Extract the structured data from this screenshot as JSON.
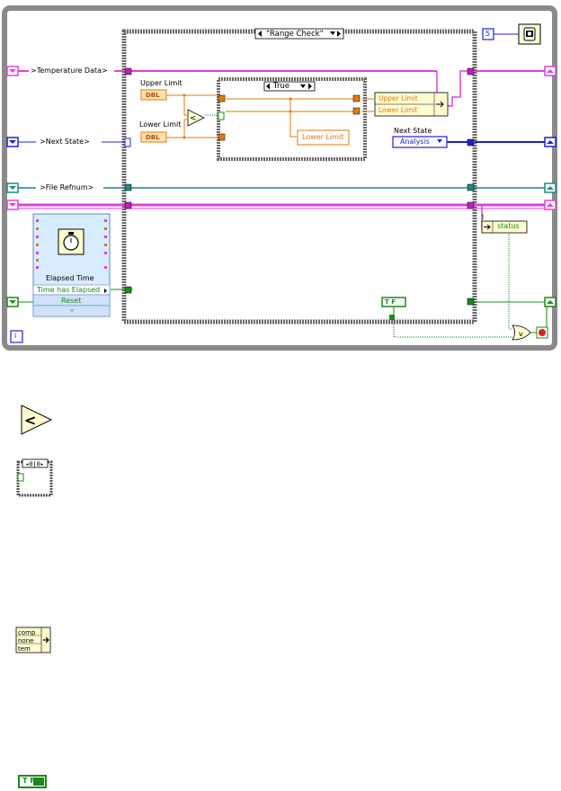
{
  "case_structure": {
    "selector": "\"Range Check\"",
    "inner_selector": "True"
  },
  "shift_registers": {
    "temperature_data": ">Temperature Data>",
    "next_state": ">Next State>",
    "file_refnum": ">File Refnum>"
  },
  "constants": {
    "upper_limit_label": "Upper Limit",
    "lower_limit_label": "Lower Limit",
    "dbl_tag": "DBL",
    "inner_lower_limit": "Lower Limit",
    "next_state_label": "Next State",
    "next_state_value": "Analysis",
    "wait_count": "5",
    "true_false": "T F"
  },
  "bundle": {
    "field1": "Upper Limit",
    "field2": "Lower Limit"
  },
  "elapsed_time": {
    "title": "Elapsed Time",
    "output": "Time has Elapsed",
    "reset": "Reset"
  },
  "unbundle": {
    "field": "status"
  },
  "loop_iteration": "i",
  "palette": {
    "cluster_items": [
      "comp",
      "none",
      "tem"
    ]
  },
  "colors": {
    "pink": "#e040e0",
    "blue": "#2020d0",
    "teal": "#1a8a80",
    "green": "#1b8a1b",
    "orange": "#e07a10"
  }
}
